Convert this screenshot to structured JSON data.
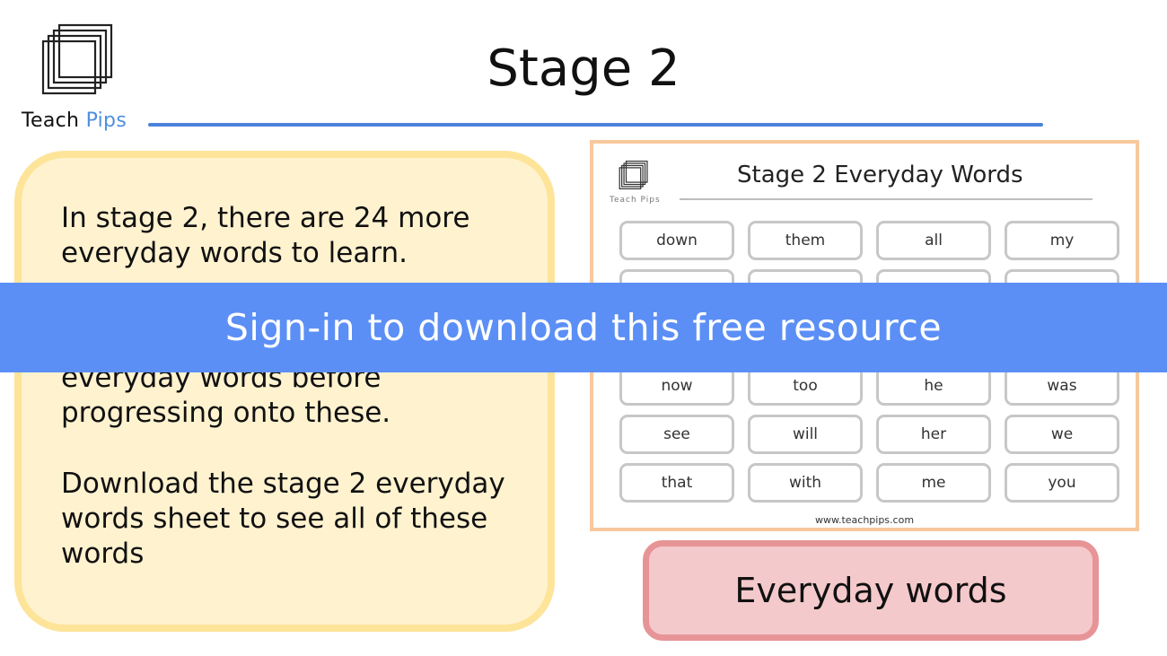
{
  "brand": {
    "name_part1": "Teach ",
    "name_part2": "Pips",
    "accent_color": "#4f8fe0"
  },
  "page": {
    "title": "Stage 2"
  },
  "info": {
    "paragraphs": [
      "In stage 2, there are 24 more everyday words to learn.",
      "everyday words before progressing onto these.",
      "Download the stage 2 everyday words sheet to see all of these words"
    ]
  },
  "sheet": {
    "title": "Stage 2 Everyday Words",
    "logo_text": "Teach Pips",
    "footer": "www.teachpips.com",
    "rows": [
      [
        "down",
        "them",
        "all",
        "my"
      ],
      [
        "",
        "",
        "",
        ""
      ],
      [
        "",
        "",
        "",
        ""
      ],
      [
        "now",
        "too",
        "he",
        "was"
      ],
      [
        "see",
        "will",
        "her",
        "we"
      ],
      [
        "that",
        "with",
        "me",
        "you"
      ]
    ]
  },
  "banner": {
    "text": "Sign-in to download this free resource",
    "color": "#5b8ff6"
  },
  "button": {
    "label": "Everyday words"
  }
}
